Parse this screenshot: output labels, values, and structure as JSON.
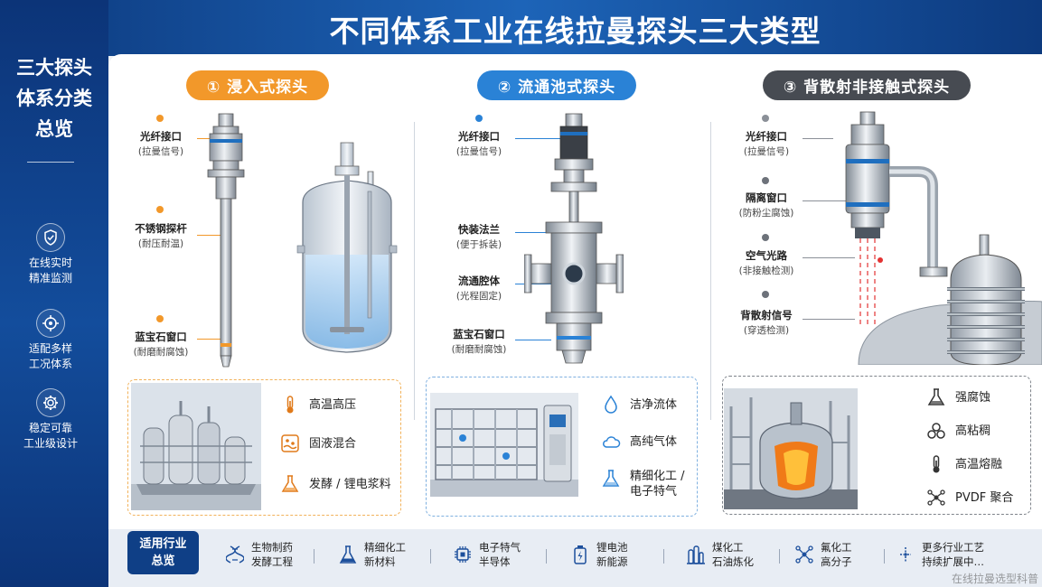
{
  "header": {
    "title": "不同体系工业在线拉曼探头三大类型"
  },
  "sidebar": {
    "title_lines": [
      "三大探头",
      "体系分类",
      "总览"
    ],
    "features": [
      {
        "icon": "shield-icon",
        "lines": [
          "在线实时",
          "精准监测"
        ]
      },
      {
        "icon": "target-icon",
        "lines": [
          "适配多样",
          "工况体系"
        ]
      },
      {
        "icon": "gear-icon",
        "lines": [
          "稳定可靠",
          "工业级设计"
        ]
      }
    ]
  },
  "panels": [
    {
      "badge": "① 浸入式探头",
      "color": "#f2982a",
      "labels": [
        {
          "title": "光纤接口",
          "sub": "(拉曼信号)"
        },
        {
          "title": "不锈钢探杆",
          "sub": "(耐压耐温)"
        },
        {
          "title": "蓝宝石窗口",
          "sub": "(耐磨耐腐蚀)"
        }
      ],
      "features": [
        {
          "icon": "thermometer-icon",
          "text": "高温高压"
        },
        {
          "icon": "mix-icon",
          "text": "固液混合"
        },
        {
          "icon": "flask-icon",
          "text": "发酵 / 锂电浆料"
        }
      ]
    },
    {
      "badge": "② 流通池式探头",
      "color": "#2a82d6",
      "labels": [
        {
          "title": "光纤接口",
          "sub": "(拉曼信号)"
        },
        {
          "title": "快装法兰",
          "sub": "(便于拆装)"
        },
        {
          "title": "流通腔体",
          "sub": "(光程固定)"
        },
        {
          "title": "蓝宝石窗口",
          "sub": "(耐磨耐腐蚀)"
        }
      ],
      "features": [
        {
          "icon": "droplet-icon",
          "text": "洁净流体"
        },
        {
          "icon": "cloud-icon",
          "text": "高纯气体"
        },
        {
          "icon": "flask-icon",
          "text": "精细化工 /",
          "text2": "电子特气"
        }
      ]
    },
    {
      "badge": "③ 背散射非接触式探头",
      "color": "#474b52",
      "labels": [
        {
          "title": "光纤接口",
          "sub": "(拉曼信号)"
        },
        {
          "title": "隔离窗口",
          "sub": "(防粉尘腐蚀)"
        },
        {
          "title": "空气光路",
          "sub": "(非接触检测)"
        },
        {
          "title": "背散射信号",
          "sub": "(穿透检测)"
        }
      ],
      "features": [
        {
          "icon": "corrosion-flask-icon",
          "text": "强腐蚀"
        },
        {
          "icon": "viscous-icon",
          "text": "高粘稠"
        },
        {
          "icon": "thermometer-icon",
          "text": "高温熔融"
        },
        {
          "icon": "molecule-icon",
          "text": "PVDF 聚合"
        }
      ]
    }
  ],
  "footer": {
    "badge_lines": [
      "适用行业",
      "总览"
    ],
    "items": [
      {
        "icon": "dna-icon",
        "lines": [
          "生物制药",
          "发酵工程"
        ]
      },
      {
        "icon": "flask-icon",
        "lines": [
          "精细化工",
          "新材料"
        ]
      },
      {
        "icon": "chip-icon",
        "lines": [
          "电子特气",
          "半导体"
        ]
      },
      {
        "icon": "battery-icon",
        "lines": [
          "锂电池",
          "新能源"
        ]
      },
      {
        "icon": "refinery-icon",
        "lines": [
          "煤化工",
          "石油炼化"
        ]
      },
      {
        "icon": "molecule-icon",
        "lines": [
          "氟化工",
          "高分子"
        ]
      },
      {
        "icon": "more-icon",
        "lines": [
          "更多行业工艺",
          "持续扩展中…"
        ]
      }
    ]
  },
  "watermark": "在线拉曼选型科普"
}
